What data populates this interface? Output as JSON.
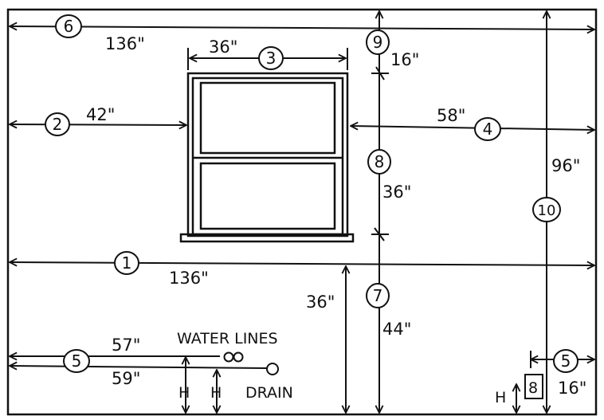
{
  "callouts": {
    "c1": "1",
    "c2": "2",
    "c3": "3",
    "c4": "4",
    "c5a": "5",
    "c5b": "5",
    "c6": "6",
    "c7": "7",
    "c8": "8",
    "c9": "9",
    "c10": "10"
  },
  "dims": {
    "d1": "136\"",
    "d2": "42\"",
    "d3": "36\"",
    "d4": "58\"",
    "d5_57": "57\"",
    "d5_59": "59\"",
    "d5_16": "16\"",
    "d6": "136\"",
    "d7_36": "36\"",
    "d7_44": "44\"",
    "d8": "36\"",
    "d9": "16\"",
    "d10": "96\""
  },
  "labels": {
    "water_lines": "WATER LINES",
    "drain": "DRAIN",
    "h1": "H",
    "h2": "H",
    "h3": "H",
    "outlet": "8"
  }
}
